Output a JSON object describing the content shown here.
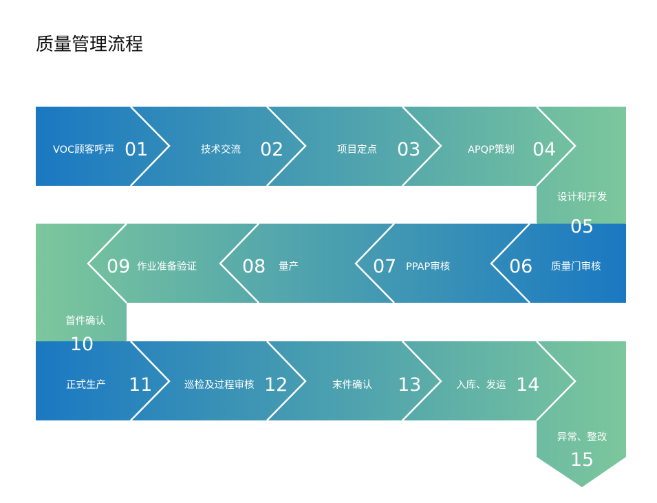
{
  "title": "质量管理流程",
  "colors": {
    "blue": "#1a78c2",
    "green": "#7cc79c",
    "separator": "#ffffff",
    "text": "#ffffff"
  },
  "steps": [
    {
      "label": "VOC顾客呼声",
      "num": "01"
    },
    {
      "label": "技术交流",
      "num": "02"
    },
    {
      "label": "项目定点",
      "num": "03"
    },
    {
      "label": "APQP策划",
      "num": "04"
    },
    {
      "label": "设计和开发",
      "num": "05"
    },
    {
      "label": "质量门审核",
      "num": "06"
    },
    {
      "label": "PPAP审核",
      "num": "07"
    },
    {
      "label": "量产",
      "num": "08"
    },
    {
      "label": "作业准备验证",
      "num": "09"
    },
    {
      "label": "首件确认",
      "num": "10"
    },
    {
      "label": "正式生产",
      "num": "11"
    },
    {
      "label": "巡检及过程审核",
      "num": "12"
    },
    {
      "label": "末件确认",
      "num": "13"
    },
    {
      "label": "入库、发运",
      "num": "14"
    },
    {
      "label": "异常、整改",
      "num": "15"
    }
  ]
}
